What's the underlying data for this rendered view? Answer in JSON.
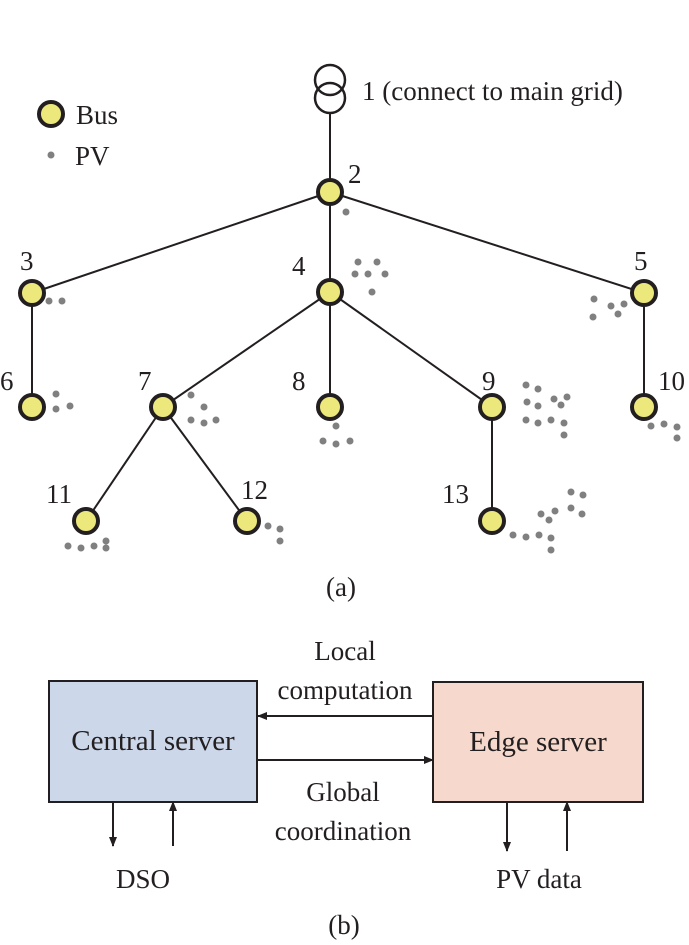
{
  "diagram_a": {
    "caption": "(a)",
    "legend": {
      "bus_label": "Bus",
      "pv_label": "PV"
    },
    "source_label": "1 (connect to main grid)",
    "colors": {
      "bus_fill": "#ede87c",
      "bus_stroke": "#231f20",
      "pv_dot": "#808080",
      "line": "#231f20"
    },
    "buses": [
      {
        "id": "2",
        "label": "2",
        "pv_count": 1
      },
      {
        "id": "3",
        "label": "3",
        "pv_count": 2
      },
      {
        "id": "4",
        "label": "4",
        "pv_count": 6
      },
      {
        "id": "5",
        "label": "5",
        "pv_count": 5
      },
      {
        "id": "6",
        "label": "6",
        "pv_count": 3
      },
      {
        "id": "7",
        "label": "7",
        "pv_count": 5
      },
      {
        "id": "8",
        "label": "8",
        "pv_count": 4
      },
      {
        "id": "9",
        "label": "9",
        "pv_count": 11
      },
      {
        "id": "10",
        "label": "10",
        "pv_count": 4
      },
      {
        "id": "11",
        "label": "11",
        "pv_count": 5
      },
      {
        "id": "12",
        "label": "12",
        "pv_count": 3
      },
      {
        "id": "13",
        "label": "13",
        "pv_count": 10
      }
    ],
    "edges": [
      [
        "1",
        "2"
      ],
      [
        "2",
        "3"
      ],
      [
        "2",
        "4"
      ],
      [
        "2",
        "5"
      ],
      [
        "3",
        "6"
      ],
      [
        "4",
        "7"
      ],
      [
        "4",
        "8"
      ],
      [
        "4",
        "9"
      ],
      [
        "5",
        "10"
      ],
      [
        "7",
        "11"
      ],
      [
        "7",
        "12"
      ],
      [
        "9",
        "13"
      ]
    ]
  },
  "diagram_b": {
    "caption": "(b)",
    "central_server": {
      "label": "Central server",
      "color": "#ccd7ea"
    },
    "edge_server": {
      "label": "Edge server",
      "color": "#f6d9cc"
    },
    "local_computation": [
      "Local",
      "computation"
    ],
    "global_coordination": [
      "Global",
      "coordination"
    ],
    "dso_label": "DSO",
    "pv_data_label": "PV data"
  }
}
